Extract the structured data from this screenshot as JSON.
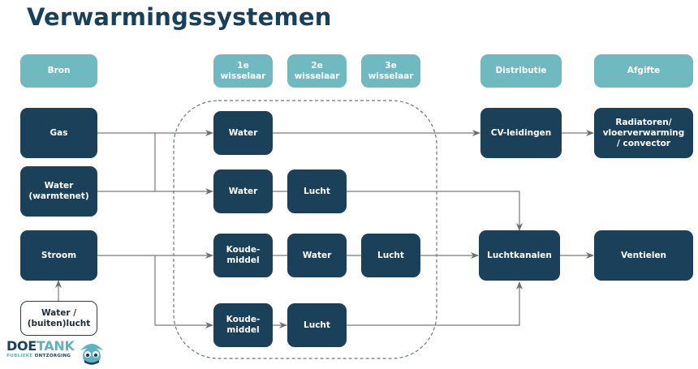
{
  "title": "Verwarmingssystemen",
  "headers": {
    "bron": "Bron",
    "w1": "1e\nwisselaar",
    "w2": "2e\nwisselaar",
    "w3": "3e\nwisselaar",
    "distributie": "Distributie",
    "afgifte": "Afgifte"
  },
  "sources": {
    "gas": "Gas",
    "warmtenet": "Water\n(warmtenet)",
    "stroom": "Stroom",
    "buitenlucht": "Water /\n(buiten)lucht"
  },
  "exchangers": {
    "row1_w1": "Water",
    "row2_w1": "Water",
    "row2_w2": "Lucht",
    "row3_w1": "Koude-\nmiddel",
    "row3_w2": "Water",
    "row3_w3": "Lucht",
    "row4_w1": "Koude-\nmiddel",
    "row4_w2": "Lucht"
  },
  "distribution": {
    "cv": "CV-leidingen",
    "luchtkanalen": "Luchtkanalen"
  },
  "emission": {
    "radiatoren": "Radiatoren/\nvloerverwarming\n/ convector",
    "ventielen": "Ventielen"
  },
  "logo": {
    "doe": "DOE",
    "tank": "TANK",
    "sub_a": "PUBLIEKE ",
    "sub_b": "ONTZORGING"
  },
  "colors": {
    "header": "#6fbac0",
    "node": "#1b405a",
    "title": "#17405c",
    "line": "#6e6e6e"
  }
}
